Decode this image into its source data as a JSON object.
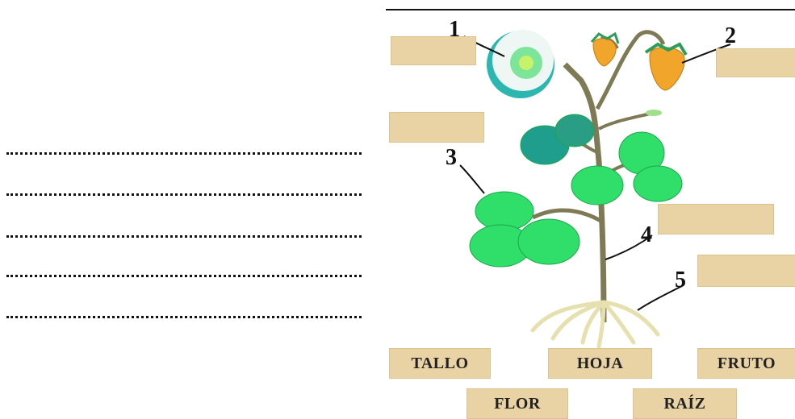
{
  "worksheet": {
    "answer_lines": [
      "",
      "",
      "",
      "",
      ""
    ],
    "numbers": [
      "1",
      "2",
      "3",
      "4",
      "5"
    ],
    "word_bank": {
      "tallo": "TALLO",
      "hoja": "HOJA",
      "fruto": "FRUTO",
      "flor": "FLOR",
      "raiz": "RAÍZ"
    }
  },
  "colors": {
    "label_box": "#e9d3a5",
    "stem": "#7e7a55",
    "leaf": "#2fdf6a",
    "flower": "#eef7f4",
    "fruit": "#f2a52b"
  }
}
